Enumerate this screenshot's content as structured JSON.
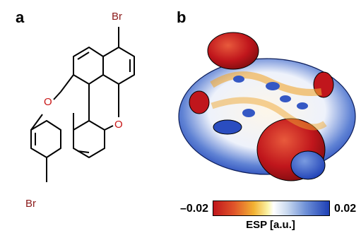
{
  "panels": {
    "a": {
      "label": "a",
      "atoms": {
        "br_top": "Br",
        "br_bottom": "Br",
        "o_left": "O",
        "o_right": "O"
      }
    },
    "b": {
      "label": "b"
    }
  },
  "colorbar": {
    "min_label": "–0.02",
    "max_label": "0.02",
    "title": "ESP [a.u.]",
    "colors": {
      "negative": "#c0161c",
      "neutral": "#ffffff",
      "positive": "#1d3fb5"
    }
  },
  "colors": {
    "bond": "#000000",
    "oxygen": "#c81414",
    "bromine": "#8b1a1a"
  }
}
